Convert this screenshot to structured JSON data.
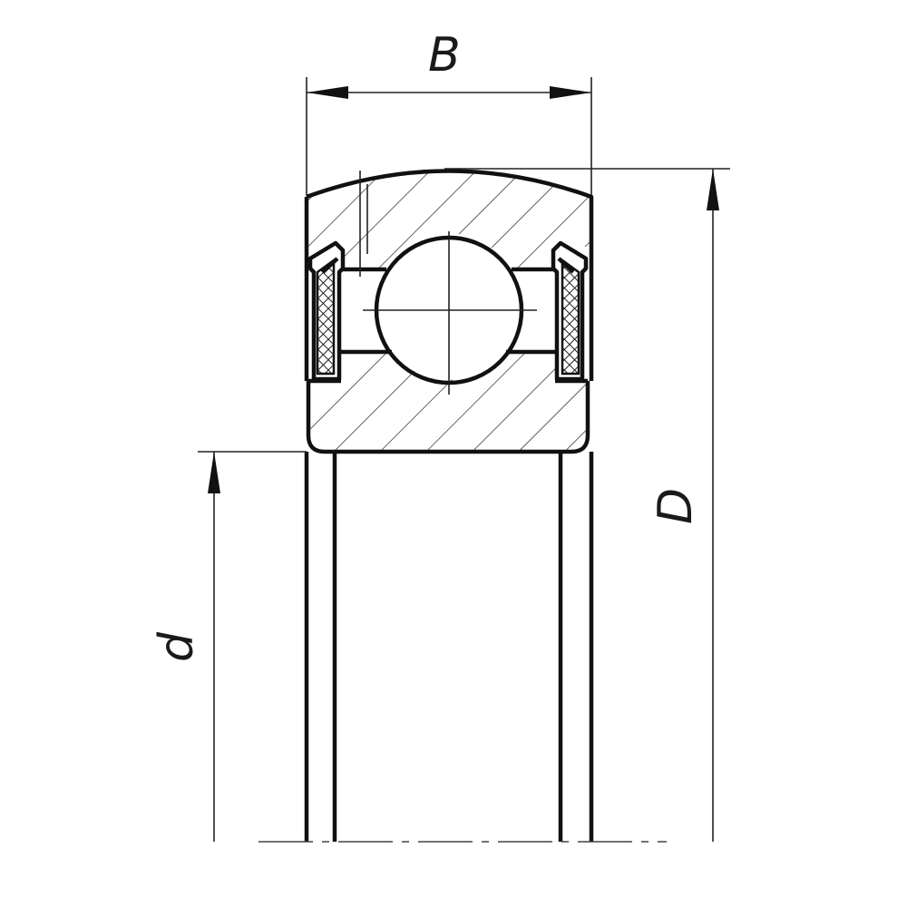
{
  "diagram": {
    "labels": {
      "width": "B",
      "outer_diameter": "D",
      "inner_diameter": "d"
    }
  }
}
